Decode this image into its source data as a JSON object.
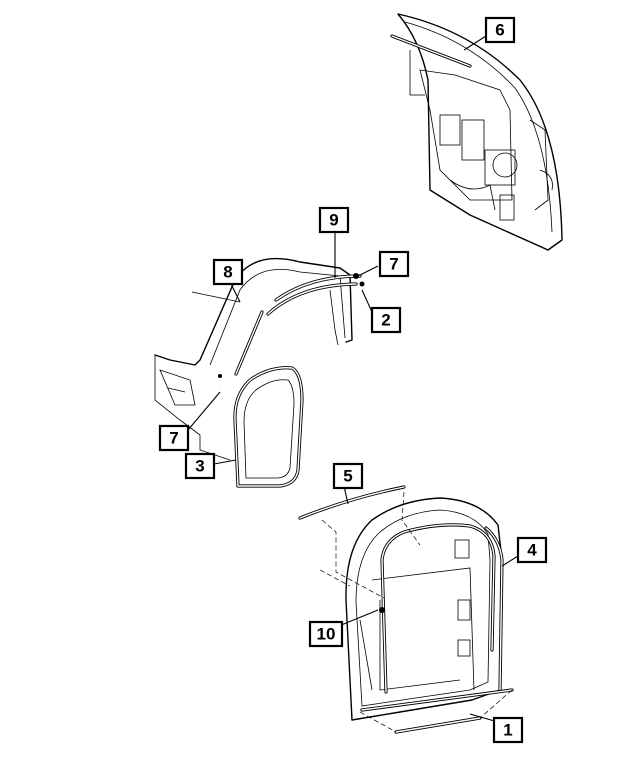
{
  "callouts": {
    "c1": "1",
    "c2": "2",
    "c3": "3",
    "c4": "4",
    "c5": "5",
    "c6": "6",
    "c7a": "7",
    "c7b": "7",
    "c8": "8",
    "c9": "9",
    "c10": "10"
  }
}
